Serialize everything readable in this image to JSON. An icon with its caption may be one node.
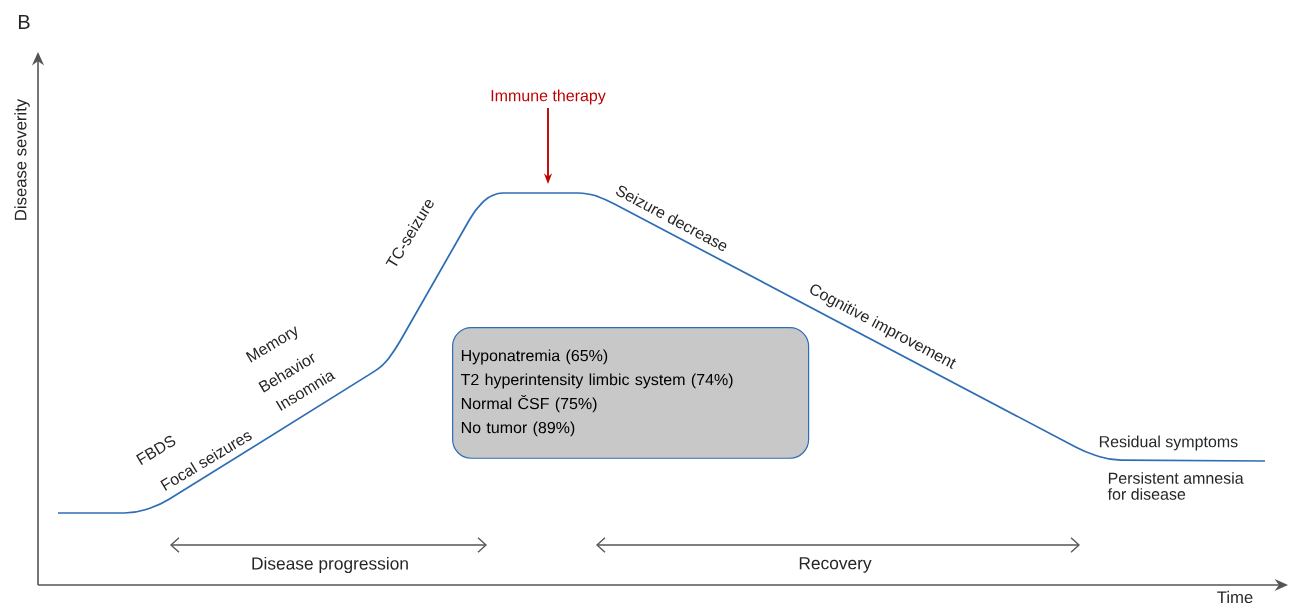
{
  "diagram": {
    "nodes": [
      {
        "text": [
          "Hyponatremia (65%)",
          "T2 hyperintensity limbic system (74%)",
          "Normal ČSF (75%)",
          "No tumor (89%)"
        ]
      }
    ],
    "labels": [
      "B",
      "Disease severity",
      "Immune therapy",
      "FBDS",
      "Focal seizures",
      "Memory",
      "Behavior",
      "Insomnia",
      "TC-seizure",
      "Seizure decrease",
      "Cognitive improvement",
      "Residual symptoms",
      "Persistent amnesia for disease",
      "Disease progression",
      "Recovery",
      "Time"
    ]
  }
}
